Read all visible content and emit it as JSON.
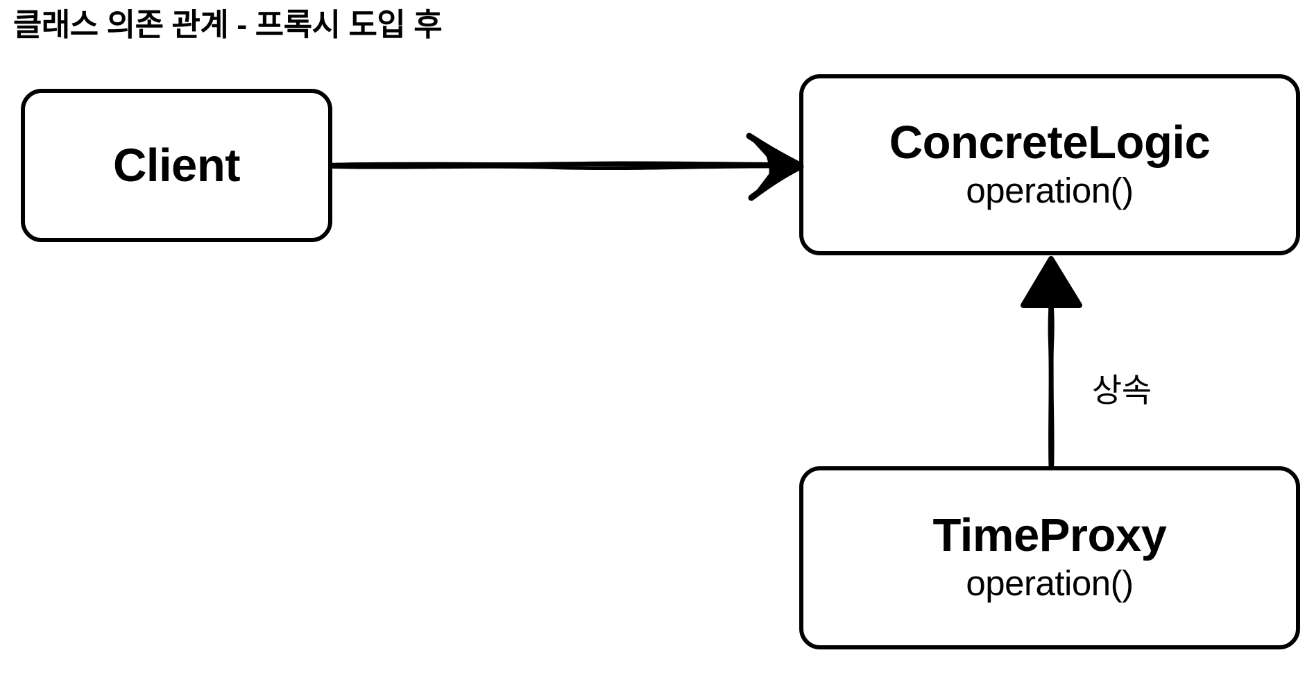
{
  "diagram": {
    "title": "클래스 의존 관계 - 프록시 도입 후",
    "background_color": "#ffffff",
    "stroke_color": "#000000",
    "style": "hand-drawn sketch",
    "nodes": [
      {
        "id": "client",
        "name": "Client",
        "operation": "",
        "shape": "rounded-rectangle"
      },
      {
        "id": "concrete-logic",
        "name": "ConcreteLogic",
        "operation": "operation()",
        "shape": "rounded-rectangle"
      },
      {
        "id": "time-proxy",
        "name": "TimeProxy",
        "operation": "operation()",
        "shape": "rounded-rectangle"
      }
    ],
    "edges": [
      {
        "id": "dependency",
        "from": "client",
        "to": "concrete-logic",
        "label": "",
        "arrowhead": "open-sketch",
        "direction": "right"
      },
      {
        "id": "inheritance",
        "from": "time-proxy",
        "to": "concrete-logic",
        "label": "상속",
        "arrowhead": "solid-triangle",
        "direction": "up"
      }
    ]
  }
}
